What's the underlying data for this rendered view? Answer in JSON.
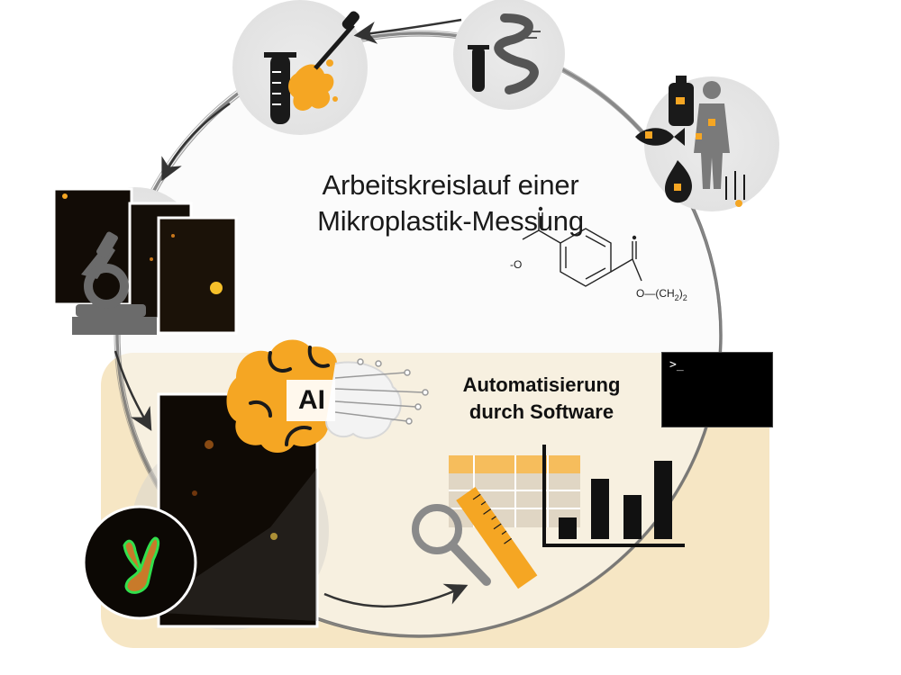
{
  "diagram": {
    "title_line1": "Arbeitskreislauf einer",
    "title_line2": "Mikroplastik-Messung",
    "automation_line1": "Automatisierung",
    "automation_line2": "durch Software",
    "ai_label": "AI",
    "terminal_prompt": ">_",
    "chem_label_left": "-O",
    "chem_label_right": "O—(CH",
    "chem_label_sub": "2",
    "chem_label_close": ")",
    "chem_label_sub2": "2"
  },
  "colors": {
    "accent": "#f5a623",
    "automation_bg": "#f6e6c4",
    "ring": "#6b6b6b",
    "circle_bg": "#f2f2f2",
    "dark": "#1a1a1a"
  },
  "icons": [
    "test-tube-pipette-icon",
    "river-sample-icon",
    "human-exposure-icon",
    "fluorescence-microscopy-icon",
    "brain-ai-icon",
    "terminal-icon",
    "table-ruler-magnifier-icon",
    "bar-chart-icon",
    "detected-particle-zoom-icon",
    "cycle-arrow-icon"
  ]
}
